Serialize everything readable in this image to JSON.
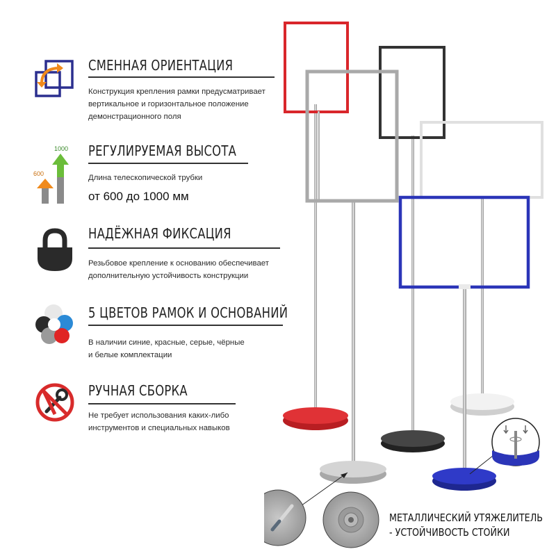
{
  "features": [
    {
      "title": "СМЕННАЯ ОРИЕНТАЦИЯ",
      "icon": "orientation-icon",
      "desc": [
        "Конструкция крепления рамки предусматривает",
        "вертикальное и горизонтальное положение",
        "демонстрационного поля"
      ]
    },
    {
      "title": "РЕГУЛИРУЕМАЯ ВЫСОТА",
      "icon": "height-arrows-icon",
      "icon_labels": {
        "high": "1000",
        "low": "600"
      },
      "desc": [
        "Длина телескопической трубки"
      ],
      "highlight": "от 600 до 1000 мм"
    },
    {
      "title": "НАДЁЖНАЯ ФИКСАЦИЯ",
      "icon": "padlock-icon",
      "desc": [
        "Резьбовое крепление к основанию обеспечивает",
        "дополнительную устойчивость конструкции"
      ]
    },
    {
      "title": "5 ЦВЕТОВ РАМОК И ОСНОВАНИЙ",
      "icon": "color-circles-icon",
      "desc": [
        "В наличии синие, красные, серые, чёрные",
        "и белые комплектации"
      ]
    },
    {
      "title": "РУЧНАЯ СБОРКА",
      "icon": "no-tools-icon",
      "desc": [
        "Не требует использования каких-либо",
        "инструментов и специальных навыков"
      ]
    }
  ],
  "caption": {
    "line1": "МЕТАЛЛИЧЕСКИЙ УТЯЖЕЛИТЕЛЬ",
    "line2": "- УСТОЙЧИВОСТЬ СТОЙКИ"
  },
  "colors": {
    "red": "#d9262b",
    "black": "#3a3a3a",
    "grey": "#a9a9a9",
    "white": "#e6e6e6",
    "blue": "#2b35b8",
    "icon_navy": "#2b2f8f",
    "icon_orange": "#f08a1c",
    "icon_green": "#6bbd3a"
  }
}
